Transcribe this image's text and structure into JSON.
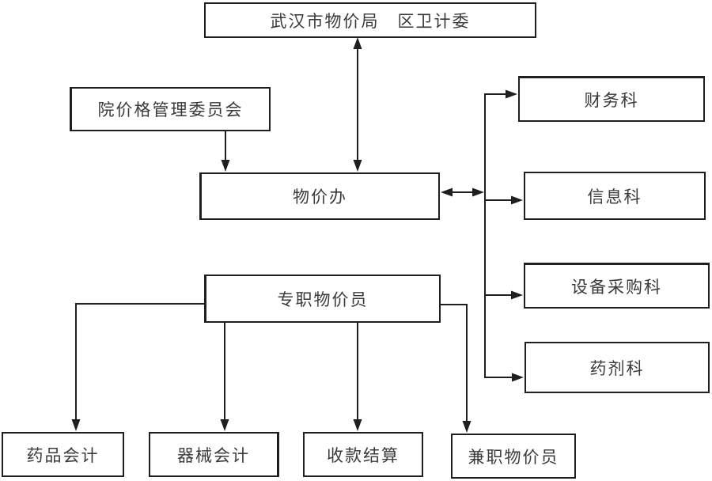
{
  "diagram_type": "org-flowchart",
  "nodes": {
    "bureau": {
      "label": "武汉市物价局　区卫计委"
    },
    "committee": {
      "label": "院价格管理委员会"
    },
    "price_office": {
      "label": "物价办"
    },
    "finance": {
      "label": "财务科"
    },
    "information": {
      "label": "信息科"
    },
    "equipment": {
      "label": "设备采购科"
    },
    "pharmacy": {
      "label": "药剂科"
    },
    "fulltime_officer": {
      "label": "专职物价员"
    },
    "drug_accounting": {
      "label": "药品会计"
    },
    "device_accounting": {
      "label": "器械会计"
    },
    "settlement": {
      "label": "收款结算"
    },
    "parttime_officer": {
      "label": "兼职物价员"
    }
  },
  "colors": {
    "line": "#1f1f1f",
    "text": "#3a3a3a",
    "background": "#ffffff"
  }
}
